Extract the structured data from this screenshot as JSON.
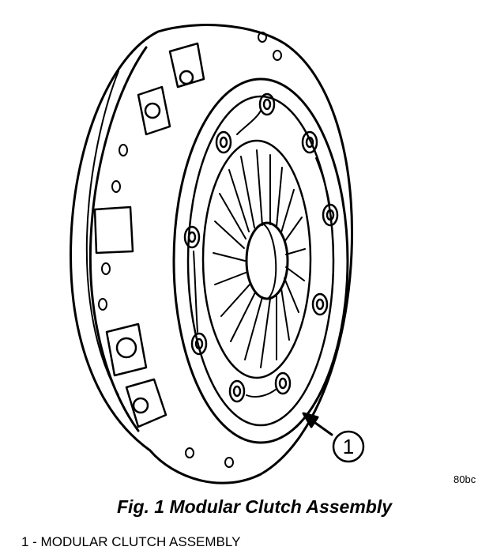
{
  "figure": {
    "callout": "1",
    "ref_code": "80bc",
    "caption": "Fig. 1 Modular Clutch Assembly"
  },
  "legend": {
    "items": [
      {
        "text": "1 - MODULAR CLUTCH ASSEMBLY"
      }
    ]
  }
}
